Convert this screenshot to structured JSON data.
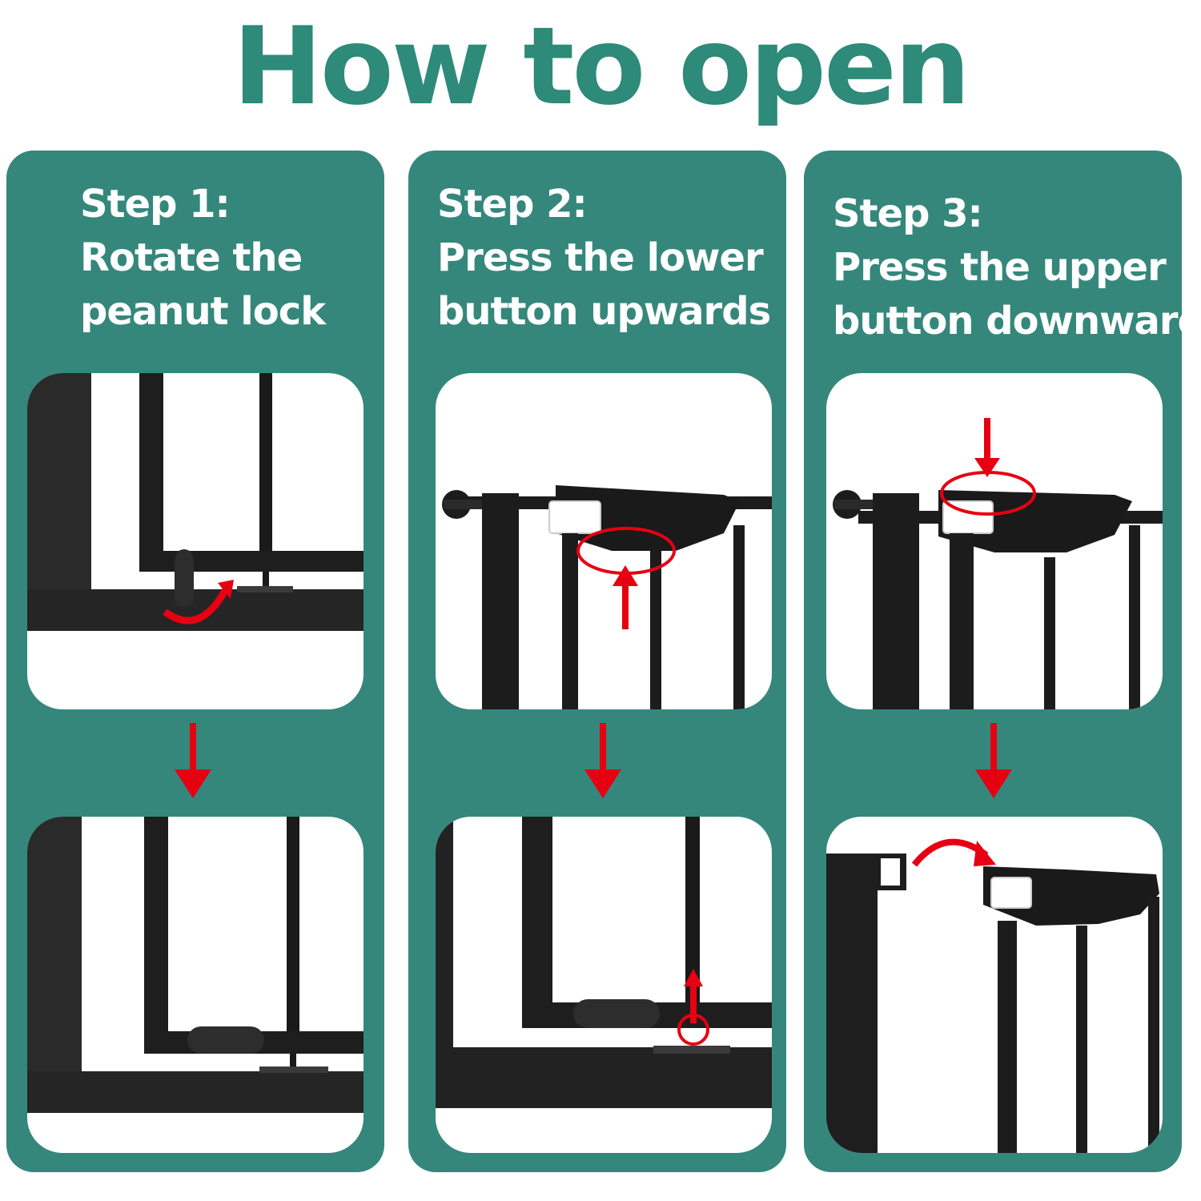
{
  "title": "How to open",
  "colors": {
    "panel": "#35877b",
    "title": "#2e8a79",
    "arrow": "#e60012",
    "gate": "#1c1c1c"
  },
  "steps": [
    {
      "label": "Step 1:",
      "lines": [
        "Rotate the",
        "peanut lock"
      ]
    },
    {
      "label": "Step 2:",
      "lines": [
        "Press the lower",
        "button upwards"
      ]
    },
    {
      "label": "Step 3:",
      "lines": [
        "Press the upper",
        "button downwards"
      ]
    }
  ]
}
